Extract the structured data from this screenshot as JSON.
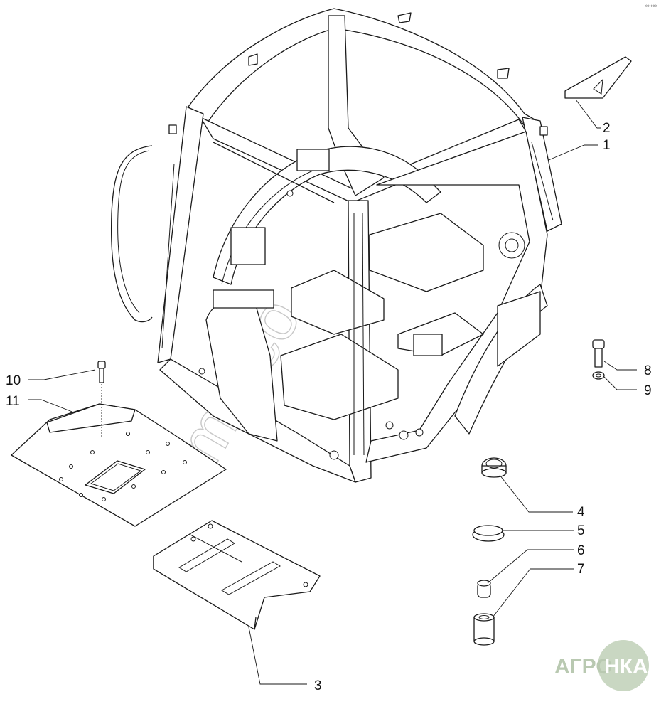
{
  "callouts": {
    "c1": "1",
    "c2": "2",
    "c3": "3",
    "c4": "4",
    "c5": "5",
    "c6": "6",
    "c7": "7",
    "c8": "8",
    "c9": "9",
    "c10": "10",
    "c11": "11"
  },
  "watermark": "mafco",
  "logo": {
    "left": "АГРО",
    "right": "НКА",
    "color": "#b9c9b1"
  },
  "corner_mark": "⁰⁰ ⁰⁰⁰"
}
